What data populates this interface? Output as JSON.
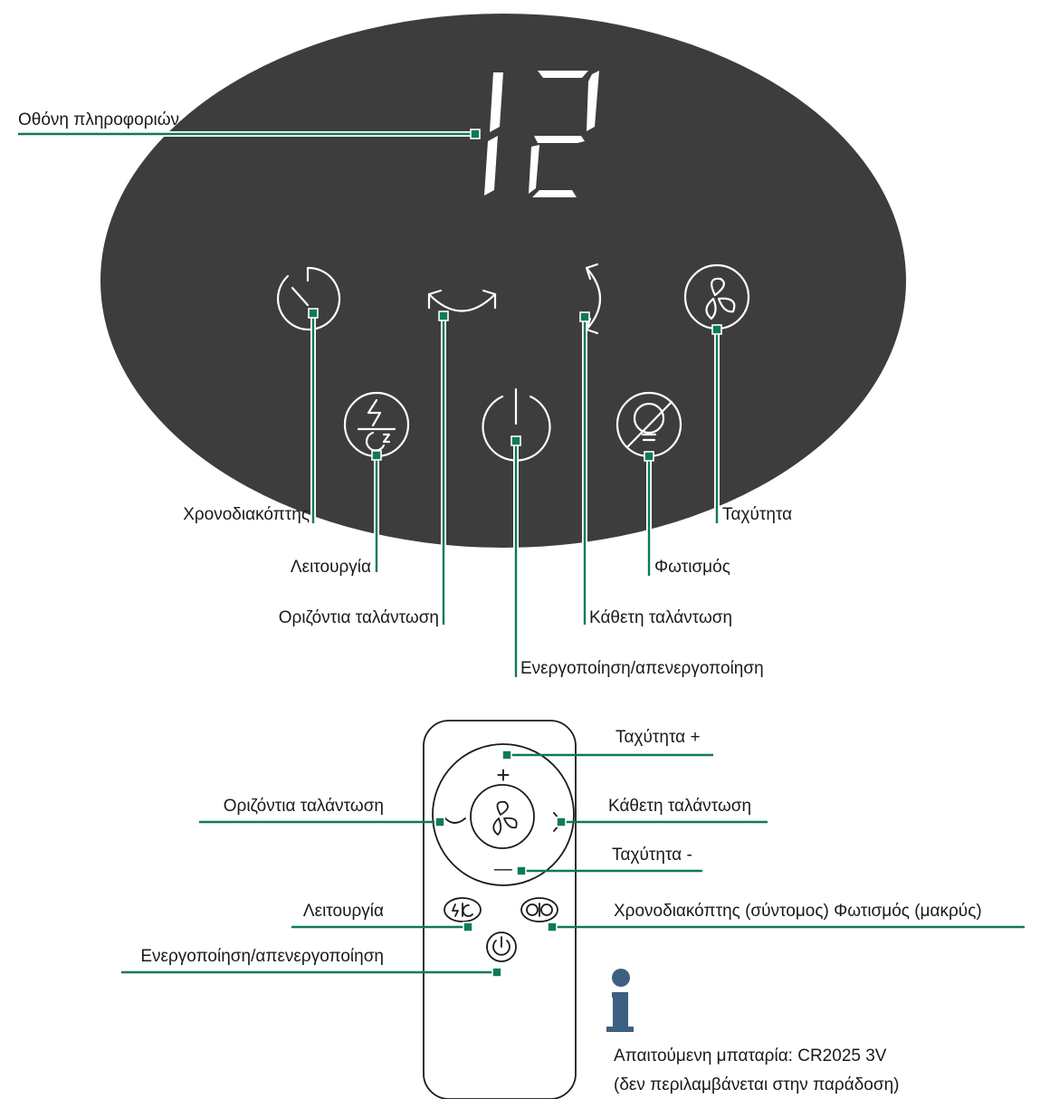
{
  "panel": {
    "display_value": "12",
    "labels": {
      "display": "Οθόνη πληροφοριών",
      "timer": "Χρονοδιακόπτης",
      "mode": "Λειτουργία",
      "horizontal_swing": "Οριζόντια ταλάντωση",
      "power": "Ενεργοποίηση/απενεργοποίηση",
      "vertical_swing": "Κάθετη ταλάντωση",
      "light": "Φωτισμός",
      "speed": "Ταχύτητα"
    }
  },
  "remote": {
    "labels": {
      "speed_plus": "Ταχύτητα +",
      "vertical_swing": "Κάθετη ταλάντωση",
      "horizontal_swing": "Οριζόντια ταλάντωση",
      "speed_minus": "Ταχύτητα -",
      "mode": "Λειτουργία",
      "timer_light": "Χρονοδιακόπτης (σύντομος)  Φωτισμός (μακρύς)",
      "power": "Ενεργοποίηση/απενεργοποίηση"
    },
    "plus_symbol": "+",
    "minus_symbol": "—"
  },
  "info": {
    "icon": "info-icon",
    "battery_line": "Απαιτούμενη μπαταρία: CR2025 3V",
    "delivery_note": "(δεν περιλαμβάνεται στην παράδοση)"
  },
  "colors": {
    "panel_bg": "#3d3d3d",
    "leader_green": "#0d7a5a",
    "info_blue": "#3d5f80"
  }
}
